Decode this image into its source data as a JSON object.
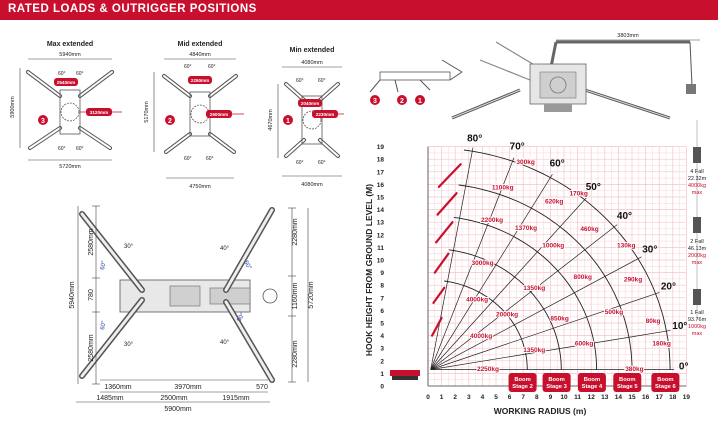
{
  "header": {
    "title": "RATED LOADS & OUTRIGGER POSITIONS"
  },
  "colors": {
    "accent": "#c8102e",
    "ink": "#222222",
    "grid": "#f0a0a8"
  },
  "positions": [
    {
      "title": "Max extended",
      "num": "3",
      "top_dim": "5940mm",
      "side_dim": "5900mm",
      "bottom_dim": "5720mm",
      "tag_a": "2540mm",
      "tag_b": "3120mm",
      "angle_a": "60°",
      "angle_b": "60°",
      "angle_c": "60°",
      "angle_d": "60°"
    },
    {
      "title": "Mid extended",
      "num": "2",
      "top_dim": "4840mm",
      "side_dim": "5170mm",
      "bottom_dim": "4750mm",
      "tag_a": "2250mm",
      "tag_b": "2600mm",
      "angle_a": "60°",
      "angle_b": "60°",
      "angle_c": "60°",
      "angle_d": "60°"
    },
    {
      "title": "Min extended",
      "num": "1",
      "top_dim": "4080mm",
      "side_dim": "4670mm",
      "bottom_dim": "4080mm",
      "tag_a": "2040mm",
      "tag_b": "2230mm",
      "angle_a": "60°",
      "angle_b": "60°",
      "angle_c": "60°",
      "angle_d": "60°"
    }
  ],
  "plan": {
    "left_dims": [
      "2580mm",
      "780",
      "2580mm"
    ],
    "outer_left": "5940mm",
    "right_dims": [
      "2280mm",
      "1160mm",
      "2280mm"
    ],
    "outer_right": "5720mm",
    "angles": [
      "30°",
      "60°",
      "60°",
      "30°",
      "40°",
      "50°",
      "50°",
      "40°"
    ],
    "bottom_row1": [
      "1360mm",
      "3970mm",
      "570"
    ],
    "bottom_row2": [
      "1485mm",
      "2500mm",
      "1915mm"
    ],
    "bottom_total": "5900mm"
  },
  "side_nums": [
    "3",
    "2",
    "1"
  ],
  "crane_dim": "3803mm",
  "chart_data": {
    "type": "line",
    "xlabel": "WORKING RADIUS (m)",
    "ylabel": "HOOK HEIGHT FROM GROUND LEVEL (M)",
    "x_ticks": [
      0,
      1,
      2,
      3,
      4,
      5,
      6,
      7,
      8,
      9,
      10,
      11,
      12,
      13,
      14,
      15,
      16,
      17,
      18,
      19
    ],
    "y_ticks": [
      0,
      1,
      2,
      3,
      4,
      5,
      6,
      7,
      8,
      9,
      10,
      11,
      12,
      13,
      14,
      15,
      16,
      17,
      18,
      19
    ],
    "xlim": [
      0,
      19
    ],
    "ylim": [
      0,
      19
    ],
    "boom_angles": [
      {
        "label": "80°",
        "deg": 80
      },
      {
        "label": "70°",
        "deg": 70
      },
      {
        "label": "60°",
        "deg": 60
      },
      {
        "label": "50°",
        "deg": 50
      },
      {
        "label": "40°",
        "deg": 40
      },
      {
        "label": "30°",
        "deg": 30
      },
      {
        "label": "20°",
        "deg": 20
      },
      {
        "label": "10°",
        "deg": 10
      },
      {
        "label": "0°",
        "deg": 0
      }
    ],
    "load_labels": [
      {
        "text": "300kg",
        "x": 6.5,
        "y": 17.6
      },
      {
        "text": "1100kg",
        "x": 4.7,
        "y": 15.6
      },
      {
        "text": "170kg",
        "x": 10.4,
        "y": 15.1
      },
      {
        "text": "620kg",
        "x": 8.6,
        "y": 14.5
      },
      {
        "text": "2200kg",
        "x": 3.9,
        "y": 13.0
      },
      {
        "text": "1370kg",
        "x": 6.4,
        "y": 12.4
      },
      {
        "text": "460kg",
        "x": 11.2,
        "y": 12.3
      },
      {
        "text": "1000kg",
        "x": 8.4,
        "y": 11.0
      },
      {
        "text": "130kg",
        "x": 13.9,
        "y": 11.0
      },
      {
        "text": "3000kg",
        "x": 3.2,
        "y": 9.6
      },
      {
        "text": "800kg",
        "x": 10.7,
        "y": 8.5
      },
      {
        "text": "290kg",
        "x": 14.4,
        "y": 8.3
      },
      {
        "text": "1350kg",
        "x": 7.0,
        "y": 7.6
      },
      {
        "text": "4000kg",
        "x": 2.8,
        "y": 6.7
      },
      {
        "text": "2000kg",
        "x": 5.0,
        "y": 5.5
      },
      {
        "text": "500kg",
        "x": 13.0,
        "y": 5.7
      },
      {
        "text": "850kg",
        "x": 9.0,
        "y": 5.2
      },
      {
        "text": "80kg",
        "x": 16.0,
        "y": 5.0
      },
      {
        "text": "4000kg",
        "x": 3.1,
        "y": 3.8
      },
      {
        "text": "600kg",
        "x": 10.8,
        "y": 3.2
      },
      {
        "text": "1350kg",
        "x": 7.0,
        "y": 2.7
      },
      {
        "text": "180kg",
        "x": 16.5,
        "y": 3.2
      },
      {
        "text": "2250kg",
        "x": 3.6,
        "y": 1.2
      },
      {
        "text": "380kg",
        "x": 14.5,
        "y": 1.2
      }
    ],
    "boom_stages": [
      "Boom Stage 2",
      "Boom Stage 3",
      "Boom Stage 4",
      "Boom Stage 5",
      "Boom Stage 6"
    ]
  },
  "falls": [
    {
      "title": "4 Fall",
      "height": "22.32m",
      "load": "4000kg",
      "max": "max"
    },
    {
      "title": "2 Fall",
      "height": "46.13m",
      "load": "2000kg",
      "max": "max"
    },
    {
      "title": "1 Fall",
      "height": "93.76m",
      "load": "1000kg",
      "max": "max"
    }
  ]
}
